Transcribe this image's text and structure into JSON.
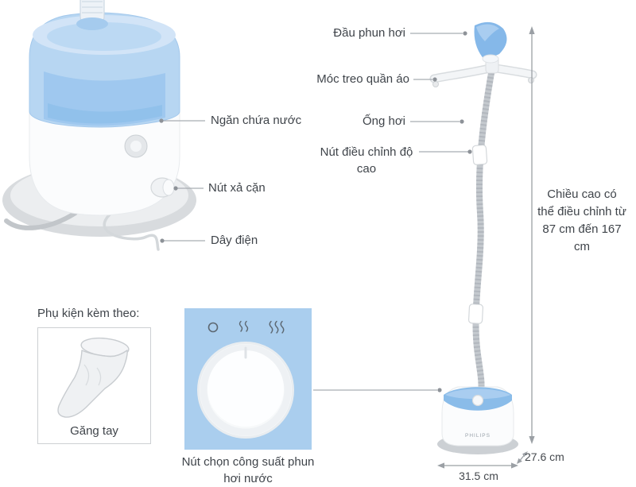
{
  "product": {
    "brand": "PHILIPS"
  },
  "callouts": {
    "water_tank": "Ngăn chứa nước",
    "drain_valve": "Nút xả cặn",
    "power_cord": "Dây điện",
    "steam_head": "Đầu phun hơi",
    "hanger_hook": "Móc treo quần áo",
    "steam_hose": "Ống hơi",
    "height_adjust_lock": "Nút điều chỉnh độ cao",
    "power_dial_caption": "Nút chọn công suất phun hơi nước"
  },
  "dimensions": {
    "adjustable_height": "Chiều cao có thể điều chỉnh từ 87 cm đến 167 cm",
    "base_width": "31.5 cm",
    "base_depth": "27.6 cm"
  },
  "accessories": {
    "title": "Phụ kiện kèm theo:",
    "items": [
      {
        "label": "Găng tay"
      }
    ]
  },
  "dial": {
    "icons": [
      "off-icon",
      "steam-low-icon",
      "steam-high-icon"
    ]
  },
  "colors": {
    "accent_blue": "#aaceee",
    "product_blue": "#8abce9",
    "tank_blue": "#b7d6f2",
    "text": "#3f444a",
    "leader_line": "#a8adb2"
  }
}
